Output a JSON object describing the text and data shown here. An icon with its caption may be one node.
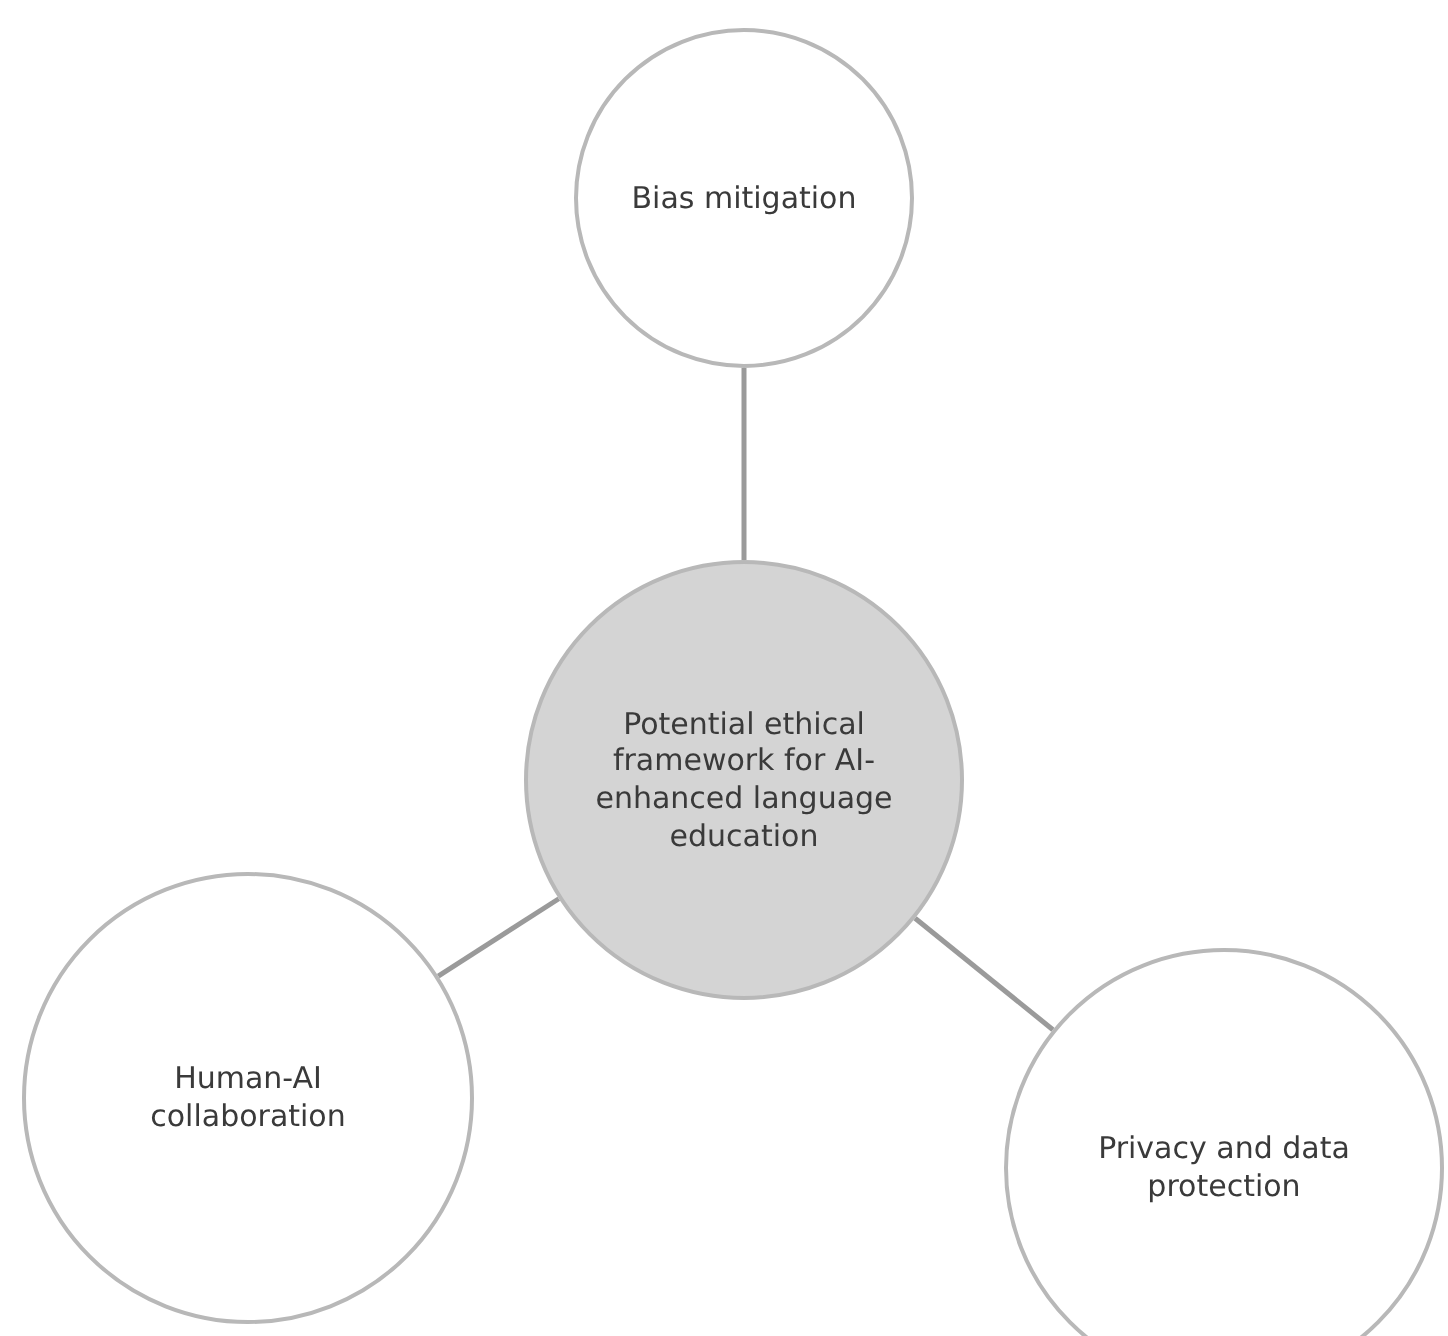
{
  "diagram": {
    "nodes": [
      {
        "text": [
          "Bias mitigation"
        ]
      },
      {
        "text": [
          "Potential ethical framework for AI-enhanced language education"
        ]
      },
      {
        "text": [
          "Human-AI collaboration"
        ]
      },
      {
        "text": [
          "Privacy and data protection"
        ]
      }
    ],
    "edges": [
      {
        "from": 0,
        "to": 1,
        "arrow": "none"
      },
      {
        "from": 2,
        "to": 1,
        "arrow": "none"
      },
      {
        "from": 3,
        "to": 1,
        "arrow": "none"
      }
    ]
  }
}
